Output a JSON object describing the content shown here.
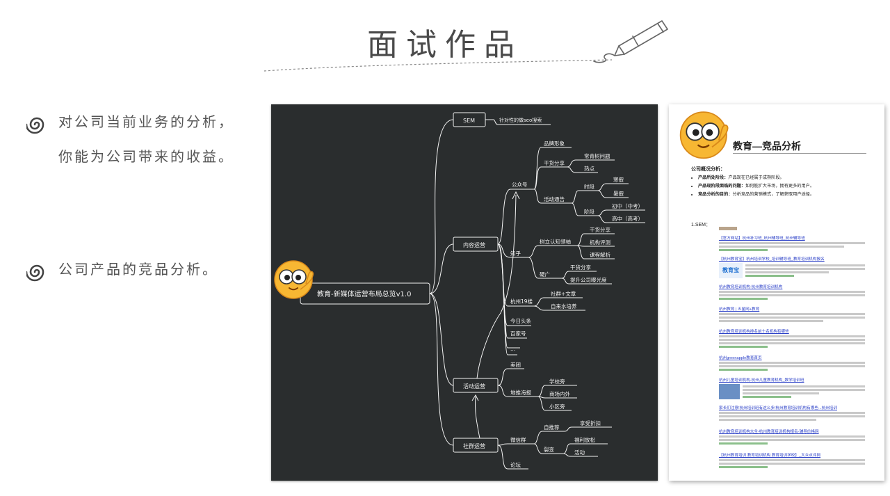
{
  "header": {
    "title": "面试作品"
  },
  "bullets": [
    {
      "lines": [
        "对公司当前业务的分析，",
        "你能为公司带来的收益。"
      ]
    },
    {
      "lines": [
        "公司产品的竞品分析。"
      ]
    }
  ],
  "mindmap": {
    "root": "教育-新媒体运营布局总览v1.0",
    "sem": {
      "label": "SEM",
      "child": "针对性的做seo搜索"
    },
    "content": {
      "label": "内容运营",
      "gzh": "公众号",
      "brand": "品牌形象",
      "goods": "干货分享",
      "evergreen": "常青树问题",
      "hot": "热点",
      "event": "活动通告",
      "period": "时段",
      "winter": "寒假",
      "summer": "暑假",
      "stage": "阶段",
      "junior": "初中（中考）",
      "senior": "高中（高考）",
      "zhihu": "知乎",
      "kol": "树立认知领袖",
      "share": "干货分享",
      "org_review": "机构评测",
      "course": "课程解析",
      "hard_ad": "硬广",
      "share2": "干货分享",
      "exposure": "提升公司曝光度",
      "hz19": "杭州19楼",
      "community": "社群+文章",
      "water": "自来水培养",
      "toutiao": "今日头条",
      "baijia": "百家号",
      "more": "..."
    },
    "activity": {
      "label": "活动运营",
      "meituan": "美团",
      "poster": "地推海报",
      "school": "学校旁",
      "mall": "商场内外",
      "community": "小区旁"
    },
    "group": {
      "label": "社群运营",
      "wechat": "微信群",
      "self_rec": "自推荐",
      "discount": "享受折扣",
      "fission": "裂变",
      "welfare": "福利放松",
      "campaign": "活动",
      "forum": "论坛"
    }
  },
  "doc": {
    "title": "教育—竞品分析",
    "section": "公司概况分析：",
    "items": [
      {
        "bold": "产品所处阶段：",
        "text": "产品现在已经属于成熟阶段。"
      },
      {
        "bold": "产品现阶段面临的问题：",
        "text": "如何能扩大市场，拥有更多的用户。"
      },
      {
        "bold": "竞品分析的目的：",
        "text": "分析竞品的营销模式，了解获取用户途径。"
      }
    ],
    "sem_label": "1.SEM：",
    "results": [
      "【官方网站】杭州补习班_杭州辅导班_杭州辅导班",
      "【杭州教育宝】杭州培训学校_培训辅导班_教育培训机构报名",
      "杭州教育培训机构-杭州教育培训机构",
      "杭州教育 | 五星网+教育",
      "杭州教育培训机构排名前十名机构有哪些",
      "杭州greenapple教育首页",
      "杭州儿童培训机构-杭州儿童教育机构_数学培训班",
      "家长们注意!杭州培训班有这么多!杭州教育培训机构有哪些...杭州培训",
      "杭州教育培训机构大全-杭州教育培训机构报名-辅导价格网",
      "【杭州教育培训 教育培训机构 教育培训学校】_大众点评网"
    ]
  },
  "colors": {
    "board": "#2a2d2e",
    "line": "#f2f2f2",
    "link": "#2a3fc7",
    "accent": "#4a4a4a"
  }
}
